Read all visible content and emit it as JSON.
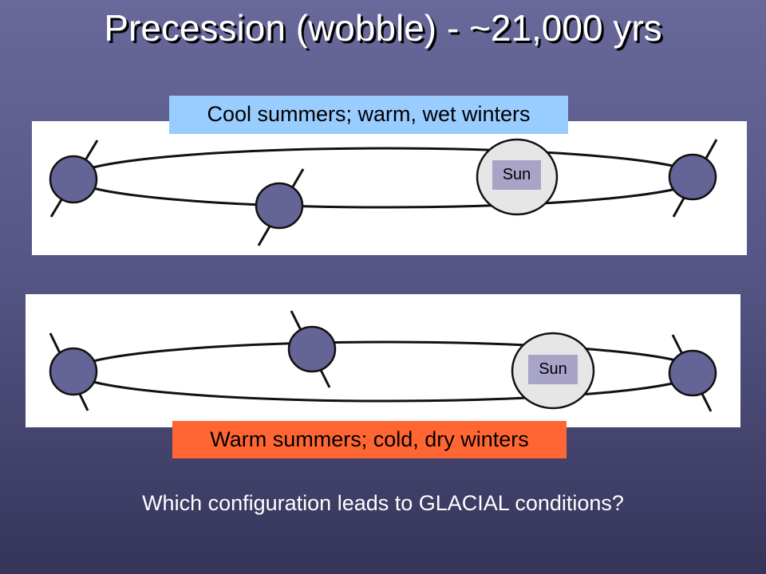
{
  "title": "Precession (wobble) - ~21,000 yrs",
  "top_panel": {
    "caption": "Cool summers; warm, wet winters",
    "sun_label": "Sun",
    "caption_color": "#99ccff"
  },
  "bottom_panel": {
    "caption": "Warm summers; cold, dry winters",
    "sun_label": "Sun",
    "caption_color": "#ff6633"
  },
  "question": "Which configuration leads to GLACIAL conditions?",
  "colors": {
    "earth": "#646496",
    "sun": "#e6e6e6"
  }
}
